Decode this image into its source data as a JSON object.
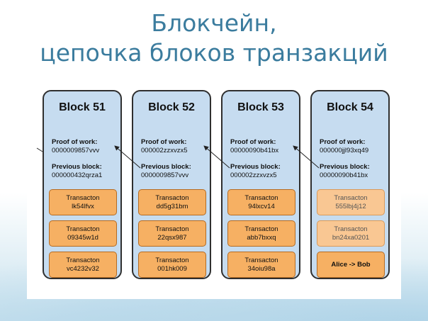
{
  "title_line1": "Блокчейн,",
  "title_line2": "цепочка блоков транзакций",
  "labels": {
    "proof": "Proof of work:",
    "previous": "Previous block:"
  },
  "blocks": [
    {
      "name": "Block 51",
      "proof": "0000009857vvv",
      "previous": "000000432qrza1",
      "transactions": [
        {
          "label": "Transacton",
          "id": "lk54lfvx"
        },
        {
          "label": "Transacton",
          "id": "09345w1d"
        },
        {
          "label": "Transacton",
          "id": "vc4232v32"
        }
      ]
    },
    {
      "name": "Block 52",
      "proof": "000002zzxvzx5",
      "previous": "0000009857vvv",
      "transactions": [
        {
          "label": "Transacton",
          "id": "dd5g31bm"
        },
        {
          "label": "Transacton",
          "id": "22qsx987"
        },
        {
          "label": "Transacton",
          "id": "001hk009"
        }
      ]
    },
    {
      "name": "Block 53",
      "proof": "00000090b41bx",
      "previous": "000002zzxvzx5",
      "transactions": [
        {
          "label": "Transacton",
          "id": "94lxcv14"
        },
        {
          "label": "Transacton",
          "id": "abb7bxxq"
        },
        {
          "label": "Transacton",
          "id": "34oiu98a"
        }
      ]
    },
    {
      "name": "Block 54",
      "proof": "000000jjl93xq49",
      "previous": "00000090b41bx",
      "transactions": [
        {
          "label": "Transacton",
          "id": "555lbj4j12"
        },
        {
          "label": "Transacton",
          "id": "bn24xa0201"
        },
        {
          "label": "Alice -> Bob",
          "id": ""
        }
      ]
    }
  ]
}
